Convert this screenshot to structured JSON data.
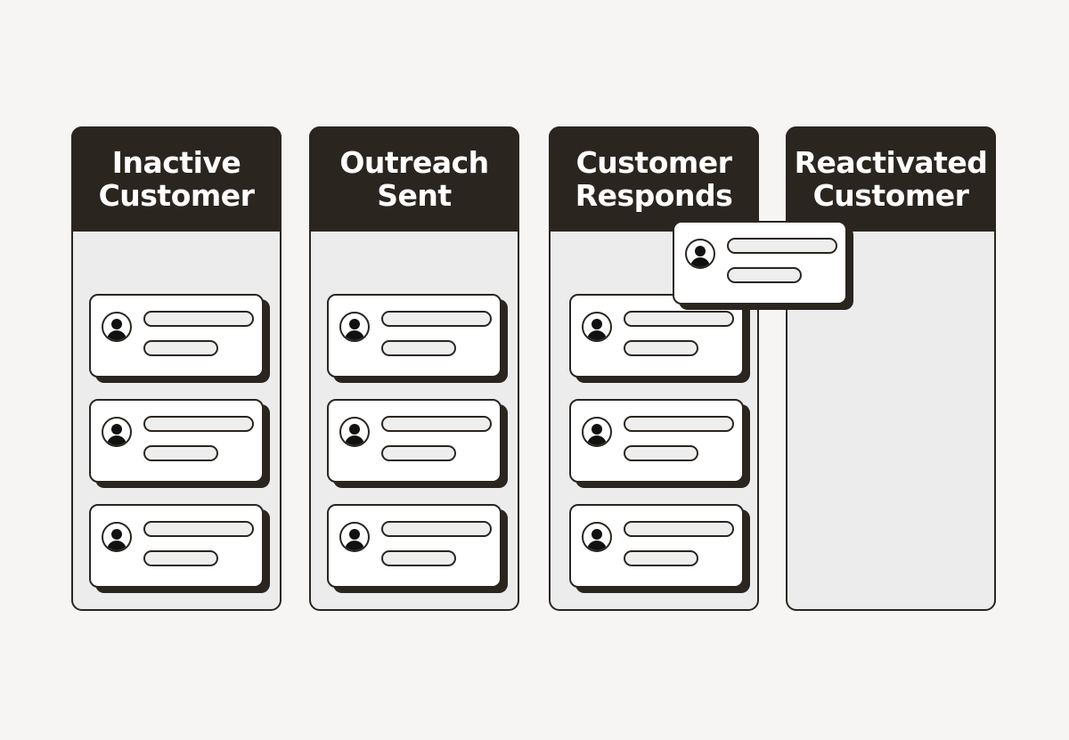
{
  "board": {
    "columns": [
      {
        "title": "Inactive\nCustomer",
        "card_count": 3
      },
      {
        "title": "Outreach\nSent",
        "card_count": 3
      },
      {
        "title": "Customer\nResponds",
        "card_count": 3
      },
      {
        "title": "Reactivated\nCustomer",
        "card_count": 0
      }
    ],
    "dragging_card": {
      "from_column": "Customer Responds",
      "to_column": "Reactivated Customer"
    }
  },
  "colors": {
    "background": "#f6f5f3",
    "header": "#2b2520",
    "column_fill": "#ececec",
    "card_fill": "#ffffff",
    "placeholder_line": "#eeeeee",
    "avatar_icon": "#111111"
  },
  "icons": {
    "avatar": "user-avatar-icon"
  }
}
